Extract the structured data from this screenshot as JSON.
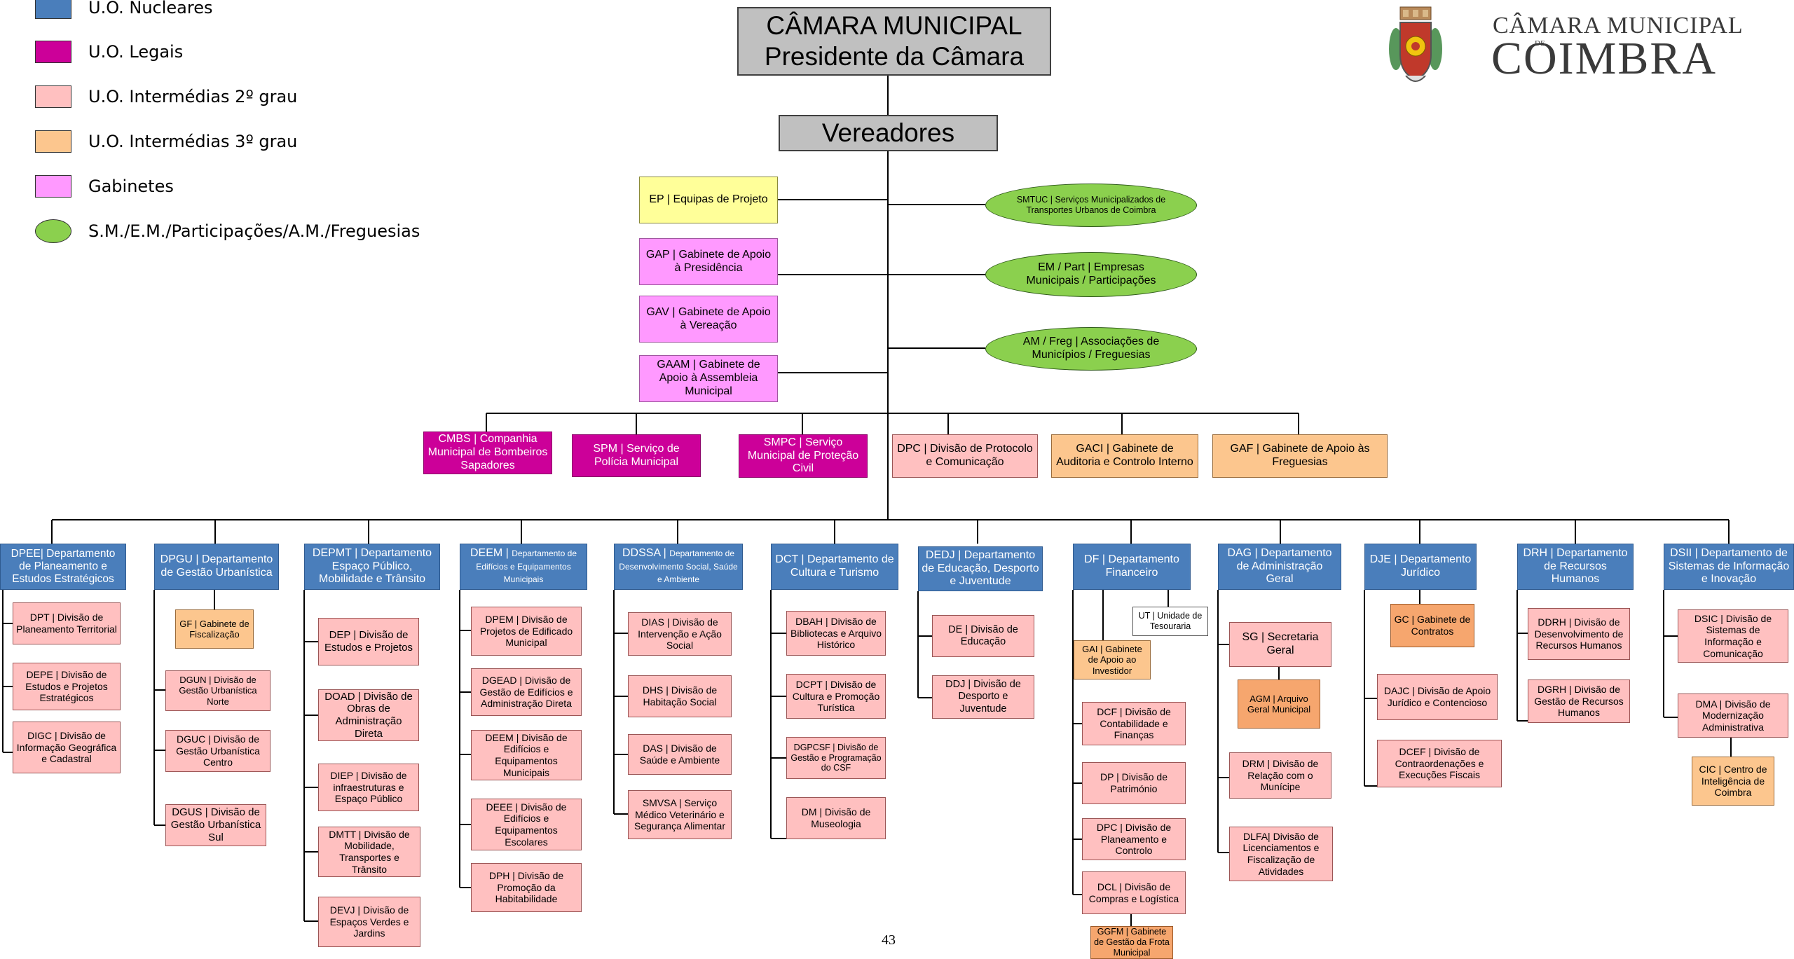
{
  "legend": [
    {
      "label": "U.O. Nucleares",
      "color": "#4a7ebb",
      "shape": "rect"
    },
    {
      "label": "U.O. Legais",
      "color": "#cc0099",
      "shape": "rect"
    },
    {
      "label": "U.O. Intermédias 2º grau",
      "color": "#ffc0c0",
      "shape": "rect"
    },
    {
      "label": "U.O. Intermédias 3º grau",
      "color": "#fcc68e",
      "shape": "rect"
    },
    {
      "label": "Gabinetes",
      "color": "#ff99ff",
      "shape": "rect"
    },
    {
      "label": "S.M./E.M./Participações/A.M./Freguesias",
      "color": "#8bd04e",
      "shape": "oval"
    }
  ],
  "logo": {
    "line1": "CÂMARA MUNICIPAL",
    "small": "DE",
    "line2": "COIMBRA",
    "icon": "coat-of-arms-icon"
  },
  "top": {
    "camara_line1": "CÂMARA MUNICIPAL",
    "camara_line2": "Presidente da Câmara",
    "vereadores": "Vereadores"
  },
  "left_gabinetes": {
    "ep": "EP | Equipas de Projeto",
    "gap": "GAP | Gabinete de Apoio à Presidência",
    "gav": "GAV | Gabinete de Apoio à Vereação",
    "gaam": "GAAM | Gabinete de Apoio à Assembleia Municipal"
  },
  "ovals": {
    "smtuc": "SMTUC | Serviços Municipalizados de Transportes Urbanos de Coimbra",
    "em": "EM / Part | Empresas Municipais / Participações",
    "am": "AM / Freg | Associações de Municípios / Freguesias"
  },
  "mid_row": {
    "cmbs": "CMBS | Companhia Municipal de Bombeiros Sapadores",
    "spm": "SPM | Serviço de Polícia Municipal",
    "smpc": "SMPC | Serviço Municipal de Proteção Civil",
    "dpc": "DPC | Divisão de Protocolo e Comunicação",
    "gaci": "GACI | Gabinete de Auditoria e Controlo Interno",
    "gaf": "GAF | Gabinete de Apoio às Freguesias"
  },
  "departments": {
    "dpee": {
      "title": "DPEE| Departamento de Planeamento e Estudos Estratégicos",
      "units": [
        "DPT | Divisão de Planeamento Territorial",
        "DEPE | Divisão de Estudos e Projetos Estratégicos",
        "DIGC | Divisão de Informação Geográfica e Cadastral"
      ]
    },
    "dpgu": {
      "title": "DPGU | Departamento de Gestão Urbanística",
      "gf": "GF | Gabinete de Fiscalização",
      "units": [
        "DGUN | Divisão de Gestão Urbanística Norte",
        "DGUC | Divisão de Gestão Urbanística Centro",
        "DGUS | Divisão de Gestão Urbanística Sul"
      ]
    },
    "depmt": {
      "title": "DEPMT | Departamento Espaço Público, Mobilidade e Trânsito",
      "units": [
        "DEP | Divisão de Estudos e Projetos",
        "DOAD | Divisão de Obras de Administração Direta",
        "DIEP | Divisão de infraestruturas e Espaço Público",
        "DMTT | Divisão de Mobilidade, Transportes e Trânsito",
        "DEVJ | Divisão de Espaços Verdes e Jardins"
      ]
    },
    "deem": {
      "title_main": "DEEM |",
      "title_rest": "Departamento de Edifícios e Equipamentos Municipais",
      "units": [
        "DPEM | Divisão de Projetos de Edificado Municipal",
        "DGEAD | Divisão de Gestão de Edifícios e Administração Direta",
        "DEEM | Divisão de Edifícios e Equipamentos Municipais",
        "DEEE | Divisão de Edifícios e Equipamentos Escolares",
        "DPH | Divisão de Promoção da Habitabilidade"
      ]
    },
    "ddssa": {
      "title_main": "DDSSA |",
      "title_rest": "Departamento de Desenvolvimento Social, Saúde e Ambiente",
      "units": [
        "DIAS | Divisão de Intervenção e Ação Social",
        "DHS | Divisão de Habitação Social",
        "DAS | Divisão de Saúde e Ambiente",
        "SMVSA | Serviço Médico Veterinário e Segurança Alimentar"
      ]
    },
    "dct": {
      "title": "DCT | Departamento de Cultura e Turismo",
      "units": [
        "DBAH | Divisão de Bibliotecas e Arquivo Histórico",
        "DCPT | Divisão de Cultura e Promoção Turística",
        "DGPCSF | Divisão de Gestão e Programação do CSF",
        "DM | Divisão de Museologia"
      ]
    },
    "dedj": {
      "title": "DEDJ | Departamento de Educação, Desporto e Juventude",
      "units": [
        "DE | Divisão de Educação",
        "DDJ | Divisão de Desporto e Juventude"
      ]
    },
    "df": {
      "title": "DF | Departamento Financeiro",
      "ut": "UT | Unidade de Tesouraria",
      "gai": "GAI | Gabinete de Apoio ao Investidor",
      "units": [
        "DCF | Divisão de Contabilidade e Finanças",
        "DP | Divisão de Património",
        "DPC | Divisão de Planeamento e Controlo",
        "DCL | Divisão de Compras e Logística"
      ],
      "ggfm": "GGFM | Gabinete de Gestão da Frota Municipal"
    },
    "dag": {
      "title": "DAG | Departamento de Administração Geral",
      "sg": "SG | Secretaria Geral",
      "agm": "AGM | Arquivo Geral Municipal",
      "units": [
        "DRM | Divisão de Relação com o Munícipe",
        "DLFA| Divisão de Licenciamentos e Fiscalização de Atividades"
      ]
    },
    "dje": {
      "title": "DJE | Departamento Jurídico",
      "gc": "GC | Gabinete de Contratos",
      "units": [
        "DAJC | Divisão de Apoio Jurídico e Contencioso",
        "DCEF | Divisão de Contraordenações e Execuções Fiscais"
      ]
    },
    "drh": {
      "title": "DRH | Departamento de Recursos Humanos",
      "units": [
        "DDRH | Divisão de Desenvolvimento de Recursos Humanos",
        "DGRH | Divisão de Gestão de Recursos Humanos"
      ]
    },
    "dsii": {
      "title": "DSII | Departamento de Sistemas de Informação e Inovação",
      "units": [
        "DSIC | Divisão de Sistemas de Informação e Comunicação",
        "DMA | Divisão de Modernização Administrativa"
      ],
      "cic": "CIC | Centro de Inteligência de Coimbra"
    }
  },
  "page_number": "43"
}
